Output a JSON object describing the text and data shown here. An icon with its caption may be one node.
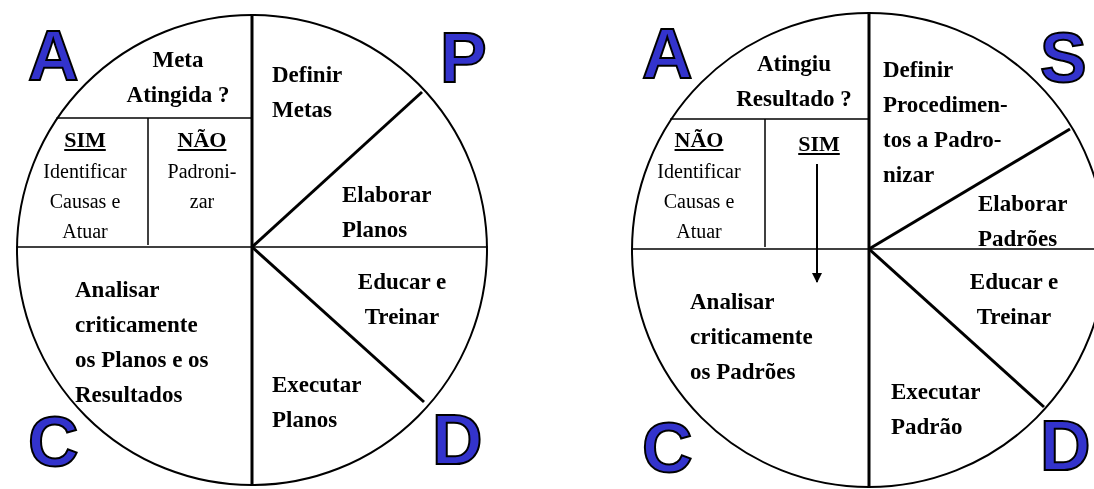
{
  "diagram": {
    "nodes": [
      {
        "text": [],
        "shape": "circle"
      },
      {
        "text": [
          "Meta Atingida ?"
        ],
        "in": 0
      },
      {
        "text": [
          "SIM",
          "Identificar Causas e Atuar"
        ],
        "in": 0
      },
      {
        "text": [
          "NÃO",
          "Padroni- zar"
        ],
        "in": 0
      },
      {
        "text": [
          "Definir Metas"
        ],
        "in": 0
      },
      {
        "text": [
          "Elaborar Planos"
        ],
        "in": 0
      },
      {
        "text": [
          "Educar e Treinar"
        ],
        "in": 0
      },
      {
        "text": [
          "Executar Planos"
        ],
        "in": 0
      },
      {
        "text": [
          "Analisar criticamente os Planos e os Resultados"
        ],
        "in": 0
      },
      {
        "text": [],
        "shape": "circle"
      },
      {
        "text": [
          "Atingiu Resultado ?"
        ],
        "in": 9
      },
      {
        "text": [
          "NÃO",
          "Identificar Causas e Atuar"
        ],
        "in": 9
      },
      {
        "text": [
          "SIM"
        ],
        "in": 9
      },
      {
        "text": [
          "Definir Procedimen- tos a Padro- nizar"
        ],
        "in": 9
      },
      {
        "text": [
          "Elaborar Padrões"
        ],
        "in": 9
      },
      {
        "text": [
          "Educar e Treinar"
        ],
        "in": 9
      },
      {
        "text": [
          "Executar Padrão"
        ],
        "in": 9
      },
      {
        "text": [
          "Analisar criticamente os Padrões"
        ],
        "in": 9
      }
    ],
    "edges": [
      {
        "from": 12,
        "to": 17,
        "arrow": "to"
      }
    ],
    "labels": [
      "A",
      "P",
      "C",
      "D",
      "A",
      "S",
      "C",
      "D"
    ]
  }
}
